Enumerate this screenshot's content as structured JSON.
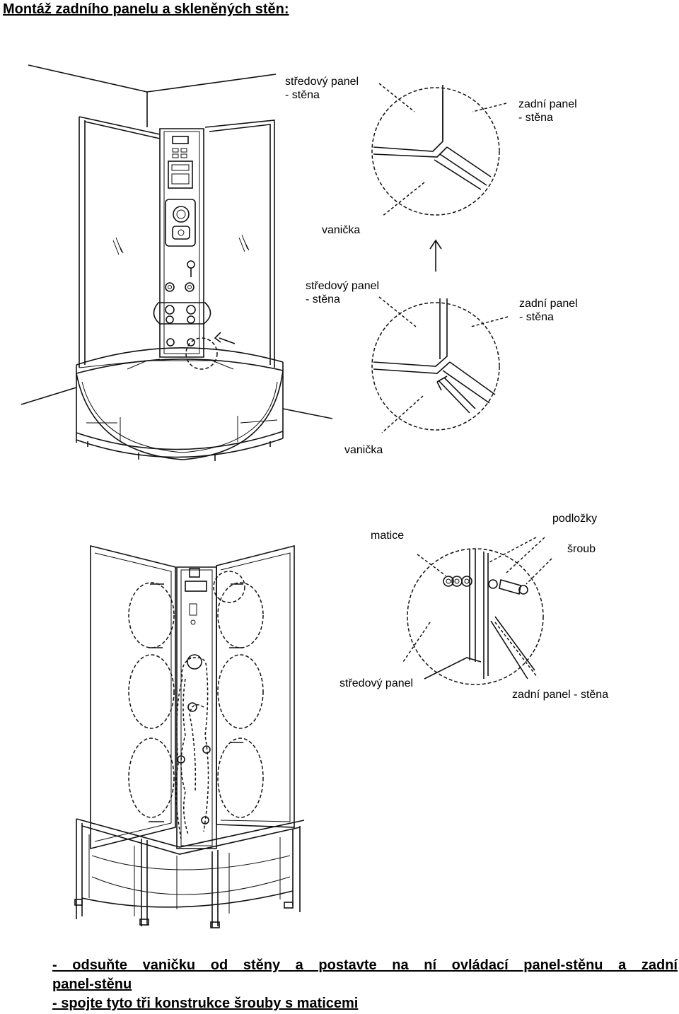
{
  "title": "Montáž zadního panelu a skleněných stěn:",
  "detail1": {
    "label_center": [
      "středový panel",
      "- stěna"
    ],
    "label_back": [
      "zadní panel",
      "- stěna"
    ],
    "label_tray": "vanička"
  },
  "detail2": {
    "label_center": [
      "středový panel",
      "- stěna"
    ],
    "label_back": [
      "zadní panel",
      "- stěna"
    ],
    "label_tray": "vanička"
  },
  "detail3": {
    "label_nut": "matice",
    "label_washers": "podložky",
    "label_screw": "šroub",
    "label_center": "středový panel",
    "label_back": "zadní panel - stěna"
  },
  "instructions": {
    "line1": "- odsuňte vaničku od stěny a postavte na ní ovládací panel-stěnu a zadní",
    "line2": "panel-stěnu",
    "line3": "- spojte tyto tři konstrukce šrouby s maticemi"
  }
}
